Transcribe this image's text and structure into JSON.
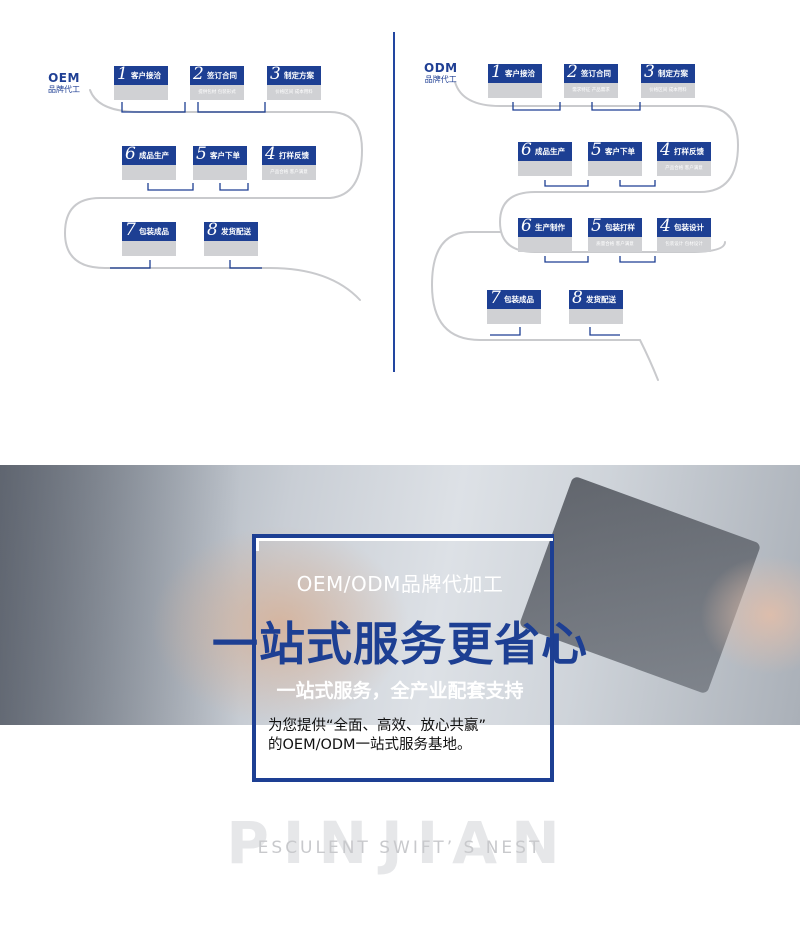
{
  "oem": {
    "brand": "OEM",
    "brand_sub": "品牌代工",
    "steps": [
      {
        "num": "1",
        "label": "客户接洽",
        "sub": ""
      },
      {
        "num": "2",
        "label": "签订合同",
        "sub": "提供包材 包装形式"
      },
      {
        "num": "3",
        "label": "制定方案",
        "sub": "价格区间 成本用料"
      },
      {
        "num": "6",
        "label": "成品生产",
        "sub": ""
      },
      {
        "num": "5",
        "label": "客户下单",
        "sub": ""
      },
      {
        "num": "4",
        "label": "打样反馈",
        "sub": "产品合格 客户满意"
      },
      {
        "num": "7",
        "label": "包装成品",
        "sub": ""
      },
      {
        "num": "8",
        "label": "发货配送",
        "sub": ""
      }
    ]
  },
  "odm": {
    "brand": "ODM",
    "brand_sub": "品牌代工",
    "steps": [
      {
        "num": "1",
        "label": "客户接洽",
        "sub": ""
      },
      {
        "num": "2",
        "label": "签订合同",
        "sub": "需求特征 产品需求"
      },
      {
        "num": "3",
        "label": "制定方案",
        "sub": "价格区间 成本用料"
      },
      {
        "num": "6",
        "label": "成品生产",
        "sub": ""
      },
      {
        "num": "5",
        "label": "客户下单",
        "sub": ""
      },
      {
        "num": "4",
        "label": "打样反馈",
        "sub": "产品合格 客户满意"
      },
      {
        "num": "6",
        "label": "生产制作",
        "sub": ""
      },
      {
        "num": "5",
        "label": "包装打样",
        "sub": "质量合格 客户满意"
      },
      {
        "num": "4",
        "label": "包装设计",
        "sub": "包装设计 包材设计"
      },
      {
        "num": "7",
        "label": "包装成品",
        "sub": ""
      },
      {
        "num": "8",
        "label": "发货配送",
        "sub": ""
      }
    ]
  },
  "banner": {
    "subtitle": "OEM/ODM品牌代加工",
    "title": "一站式服务更省心",
    "tagline": "一站式服务，全产业配套支持",
    "desc_line1": "为您提供“全面、高效、放心共赢”",
    "desc_line2": "的OEM/ODM一站式服务基地。"
  },
  "footer": {
    "brand": "PINJIAN",
    "slogan": "ESCULENT SWIFT’ S NEST"
  },
  "colors": {
    "accent": "#1d3f93",
    "card_gray": "#d0d1d4",
    "line": "#c8c9cd"
  }
}
